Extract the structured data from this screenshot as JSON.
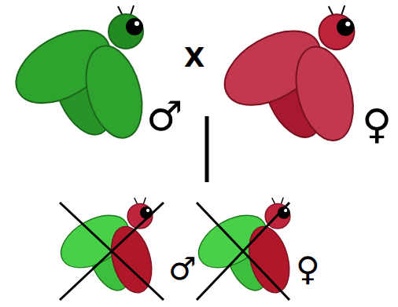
{
  "diagram": {
    "labels": [
      "X",
      "♂",
      "♀",
      "♂",
      "♀"
    ]
  }
}
